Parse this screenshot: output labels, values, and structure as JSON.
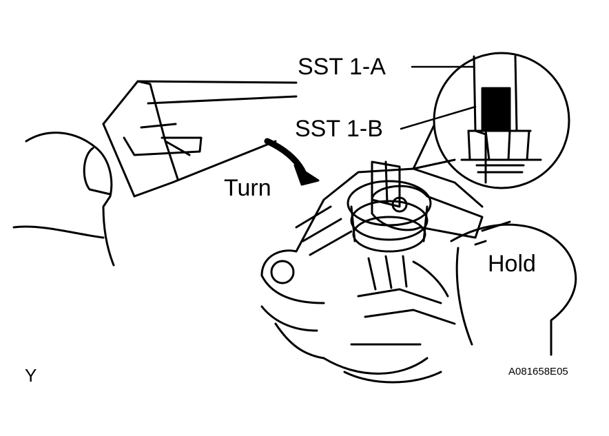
{
  "labels": {
    "sst_1a": "SST 1-A",
    "sst_1b": "SST 1-B",
    "turn": "Turn",
    "hold": "Hold",
    "corner_mark": "Y",
    "figure_code": "A081658E05"
  },
  "colors": {
    "ink": "#000000",
    "paper": "#ffffff"
  },
  "icons": {
    "rotation_arrow": "curved-arrow-icon"
  }
}
